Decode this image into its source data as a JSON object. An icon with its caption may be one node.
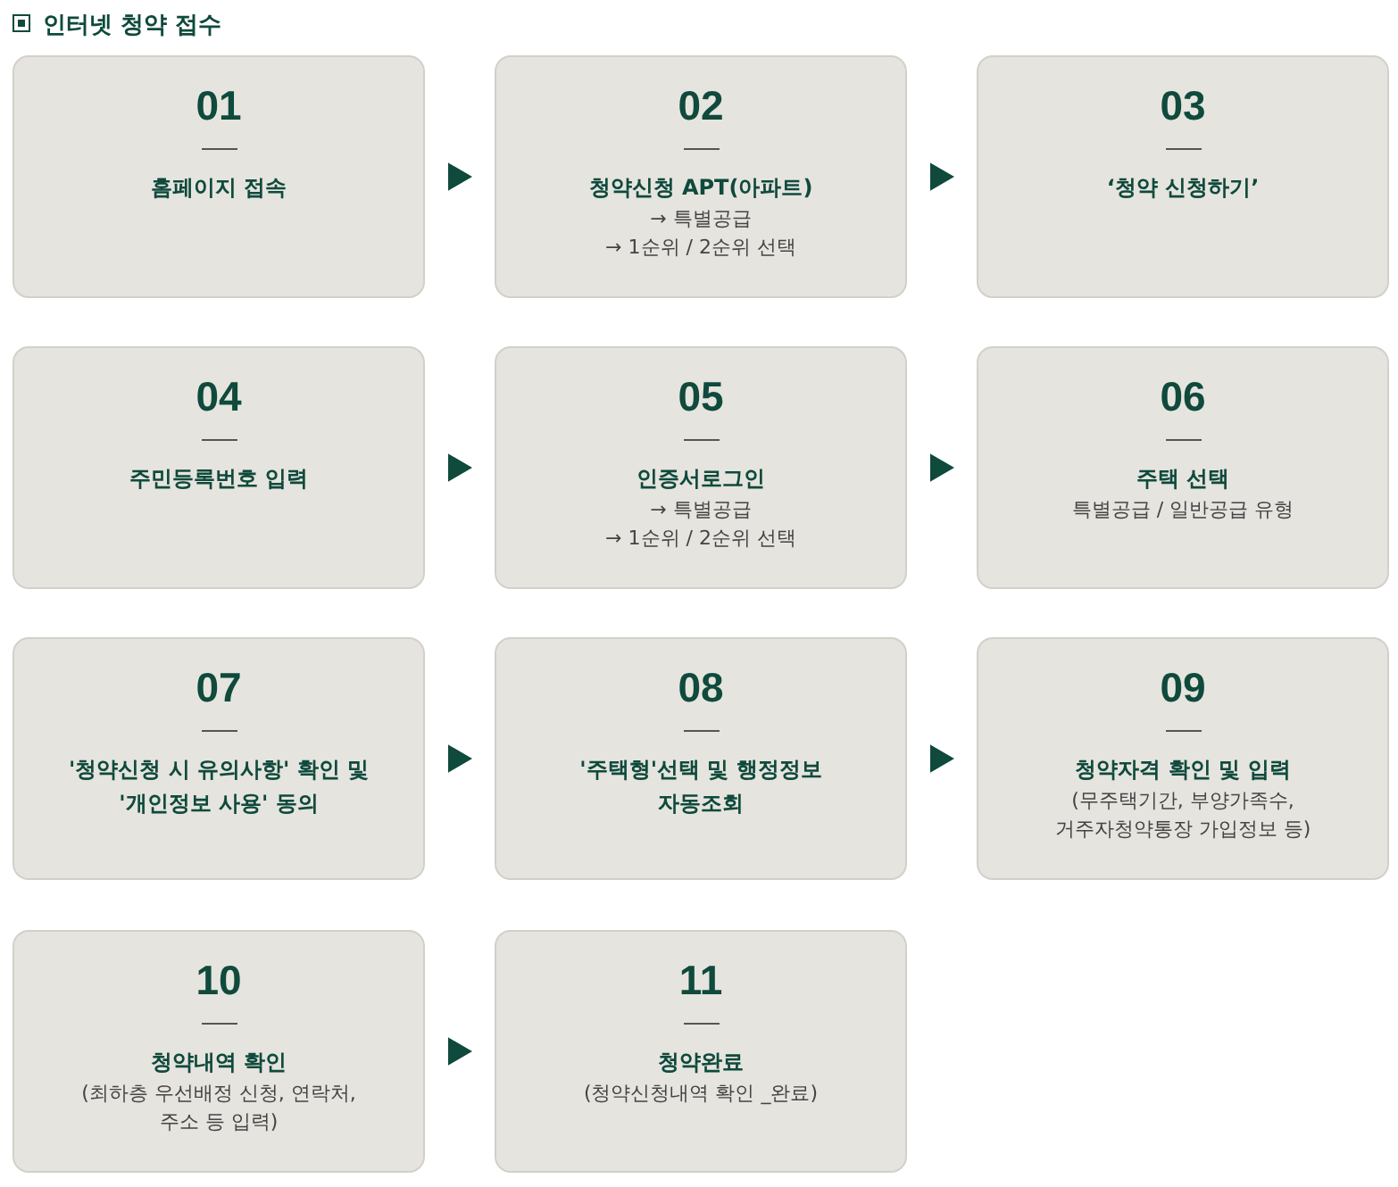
{
  "diagram": {
    "title": "인터넷 청약 접수",
    "nodes": [
      {
        "text": [
          "01",
          "홈페이지 접속"
        ]
      },
      {
        "text": [
          "02",
          "청약신청 APT(아파트)",
          "→ 특별공급",
          "→ 1순위 / 2순위 선택"
        ]
      },
      {
        "text": [
          "03",
          "‘청약 신청하기’"
        ]
      },
      {
        "text": [
          "04",
          "주민등록번호 입력"
        ]
      },
      {
        "text": [
          "05",
          "인증서로그인",
          "→ 특별공급",
          "→ 1순위 / 2순위 선택"
        ]
      },
      {
        "text": [
          "06",
          "주택 선택",
          "특별공급 / 일반공급 유형"
        ]
      },
      {
        "text": [
          "07",
          "'청약신청 시 유의사항' 확인 및 '개인정보 사용' 동의"
        ]
      },
      {
        "text": [
          "08",
          "'주택형'선택 및 행정정보 자동조회"
        ]
      },
      {
        "text": [
          "09",
          "청약자격 확인 및 입력",
          "(무주택기간, 부양가족수, 거주자청약통장 가입정보 등)"
        ]
      },
      {
        "text": [
          "10",
          "청약내역 확인",
          "(최하층 우선배정 신청, 연락처, 주소 등 입력)"
        ]
      },
      {
        "text": [
          "11",
          "청약완료",
          "(청약신청내역 확인 _완료)"
        ]
      }
    ],
    "edges": [
      {
        "from": 0,
        "to": 1,
        "arrow": "to"
      },
      {
        "from": 1,
        "to": 2,
        "arrow": "to"
      },
      {
        "from": 3,
        "to": 4,
        "arrow": "to"
      },
      {
        "from": 4,
        "to": 5,
        "arrow": "to"
      },
      {
        "from": 6,
        "to": 7,
        "arrow": "to"
      },
      {
        "from": 7,
        "to": 8,
        "arrow": "to"
      },
      {
        "from": 9,
        "to": 10,
        "arrow": "to"
      }
    ]
  }
}
